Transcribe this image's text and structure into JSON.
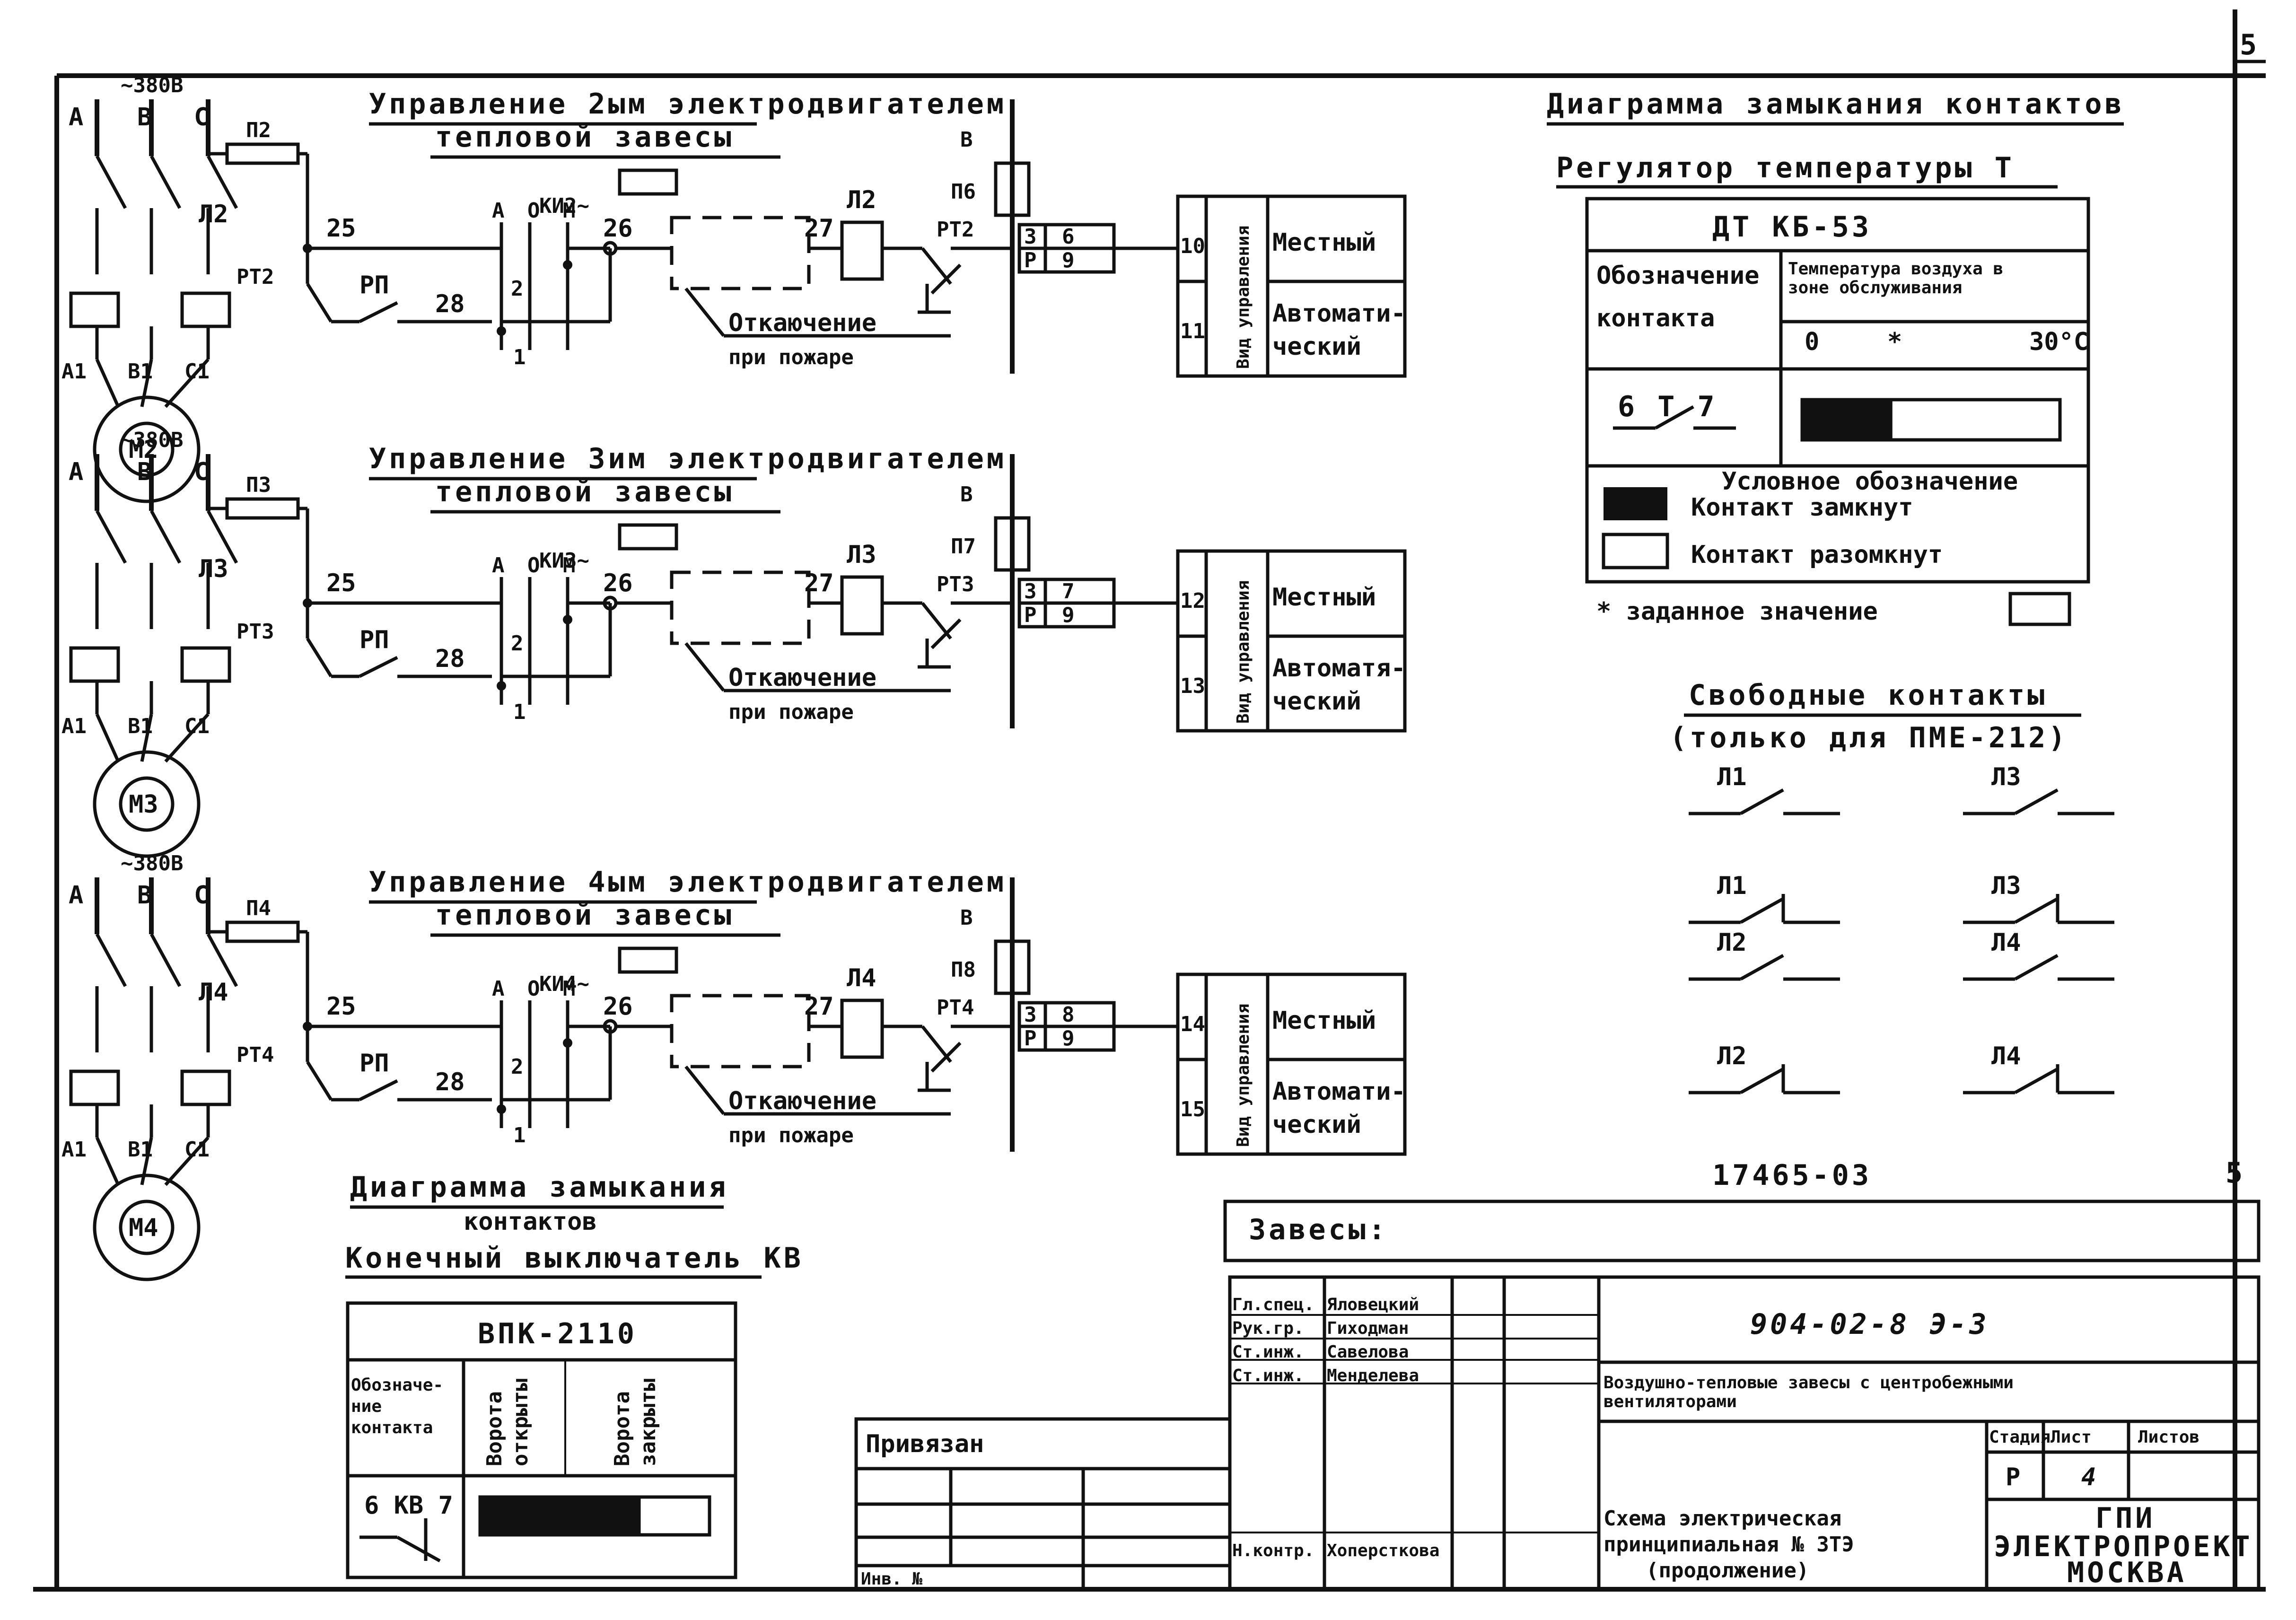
{
  "page": {
    "corner_number": "5",
    "sheet_number_bottom": "5",
    "doc_code": "17465-03"
  },
  "circuits": [
    {
      "title_1": "Управление 2ым электродвигателем",
      "title_2": "тепловой завесы",
      "voltage": "~380В",
      "phases": [
        "А",
        "В",
        "С"
      ],
      "fuse": "П2",
      "coil": "Л2",
      "relay": "РТ2",
      "motor_terms": [
        "А1",
        "В1",
        "С1"
      ],
      "motor": "М2",
      "switch": "КИ2~",
      "switch_positions": [
        "А",
        "О",
        "М"
      ],
      "nodes": [
        "25",
        "26",
        "27",
        "28"
      ],
      "sw_nums": [
        "2",
        "1"
      ],
      "rp": "РП",
      "fire_1": "Откаючение",
      "fire_2": "при пожаре",
      "fuse_v": "П6",
      "b_label": "В",
      "rt_code": "РТ2",
      "table": [
        [
          "3",
          "6"
        ],
        [
          "Р",
          "9"
        ]
      ],
      "mode_nums": [
        "10",
        "11"
      ],
      "mode_label": "Вид управления",
      "modes": [
        "Местный",
        "Автомати-",
        "ческий"
      ]
    },
    {
      "title_1": "Управление 3им электродвигателем",
      "title_2": "тепловой завесы",
      "voltage": "~380В",
      "phases": [
        "А",
        "В",
        "С"
      ],
      "fuse": "П3",
      "coil": "Л3",
      "relay": "РТ3",
      "motor_terms": [
        "А1",
        "В1",
        "С1"
      ],
      "motor": "М3",
      "switch": "КИ3~",
      "switch_positions": [
        "А",
        "О",
        "М"
      ],
      "nodes": [
        "25",
        "26",
        "27",
        "28"
      ],
      "sw_nums": [
        "2",
        "1"
      ],
      "rp": "РП",
      "fire_1": "Откаючение",
      "fire_2": "при пожаре",
      "fuse_v": "П7",
      "b_label": "В",
      "rt_code": "РТ3",
      "table": [
        [
          "3",
          "7"
        ],
        [
          "Р",
          "9"
        ]
      ],
      "mode_nums": [
        "12",
        "13"
      ],
      "mode_label": "Вид управления",
      "modes": [
        "Местный",
        "Автоматя-",
        "ческий"
      ]
    },
    {
      "title_1": "Управление 4ым электродвигателем",
      "title_2": "тепловой завесы",
      "voltage": "~380В",
      "phases": [
        "А",
        "В",
        "С"
      ],
      "fuse": "П4",
      "coil": "Л4",
      "relay": "РТ4",
      "motor_terms": [
        "А1",
        "В1",
        "С1"
      ],
      "motor": "М4",
      "switch": "КИ4~",
      "switch_positions": [
        "А",
        "О",
        "М"
      ],
      "nodes": [
        "25",
        "26",
        "27",
        "28"
      ],
      "sw_nums": [
        "2",
        "1"
      ],
      "rp": "РП",
      "fire_1": "Откаючение",
      "fire_2": "при пожаре",
      "fuse_v": "П8",
      "b_label": "В",
      "rt_code": "РТ4",
      "table": [
        [
          "3",
          "8"
        ],
        [
          "Р",
          "9"
        ]
      ],
      "mode_nums": [
        "14",
        "15"
      ],
      "mode_label": "Вид управления",
      "modes": [
        "Местный",
        "Автомати-",
        "ческий"
      ]
    }
  ],
  "temp_diagram": {
    "heading": "Диаграмма замыкания контактов",
    "subheading": "Регулятор температуры Т",
    "device": "ДТ КБ-53",
    "col1": [
      "Обозначение",
      "контакта"
    ],
    "col2": [
      "Температура воздуха в",
      "зоне обслуживания"
    ],
    "scale": [
      "0",
      "*",
      "30°С"
    ],
    "contact": "6 Т 7",
    "closed_fraction": 0.35,
    "legend_title": "Условное обозначение",
    "legend_closed": "Контакт замкнут",
    "legend_open": "Контакт разомкнут",
    "footnote": "* заданное значение"
  },
  "free_contacts": {
    "title": "Свободные контакты",
    "subtitle": "(только для ПМЕ-212)",
    "labels": [
      "Л1",
      "Л3",
      "Л1",
      "Л3",
      "Л2",
      "Л4",
      "Л2",
      "Л4"
    ]
  },
  "limit_switch": {
    "title_1": "Диаграмма замыкания",
    "title_2": "контактов",
    "title_3": "Конечный выключатель КВ",
    "device": "ВПК-2110",
    "col1": [
      "Обозначе-",
      "ние",
      "контакта"
    ],
    "col2": [
      "Ворота",
      "открыты"
    ],
    "col3": [
      "Ворота",
      "закрыты"
    ],
    "contact": "6 КВ 7",
    "closed_fraction": 0.7
  },
  "title_block": {
    "zavesy": "Завесы:",
    "privyazan": "Привязан",
    "inv": "Инв. №",
    "staff": [
      {
        "role": "Гл.спец.",
        "name": "Яловецкий"
      },
      {
        "role": "Рук.гр.",
        "name": "Гиходман"
      },
      {
        "role": "Ст.инж.",
        "name": "Савелова"
      },
      {
        "role": "Ст.инж.",
        "name": "Менделева"
      }
    ],
    "n_kontr_role": "Н.контр.",
    "n_kontr_name": "Хоперсткова",
    "project_code": "904-02-8  Э-3",
    "description_1": "Воздушно-тепловые завесы с центробежными",
    "description_2": "вентиляторами",
    "stage_label": "Стадия",
    "sheet_label": "Лист",
    "sheets_label": "Листов",
    "stage": "Р",
    "sheet": "4",
    "sheets": "",
    "drawing_1": "Схема электрическая",
    "drawing_2": "принципиальная № 3ТЭ",
    "drawing_3": "(продолжение)",
    "org_1": "ГПИ",
    "org_2": "ЭЛЕКТРОПРОЕКТ",
    "org_3": "МОСКВА"
  }
}
